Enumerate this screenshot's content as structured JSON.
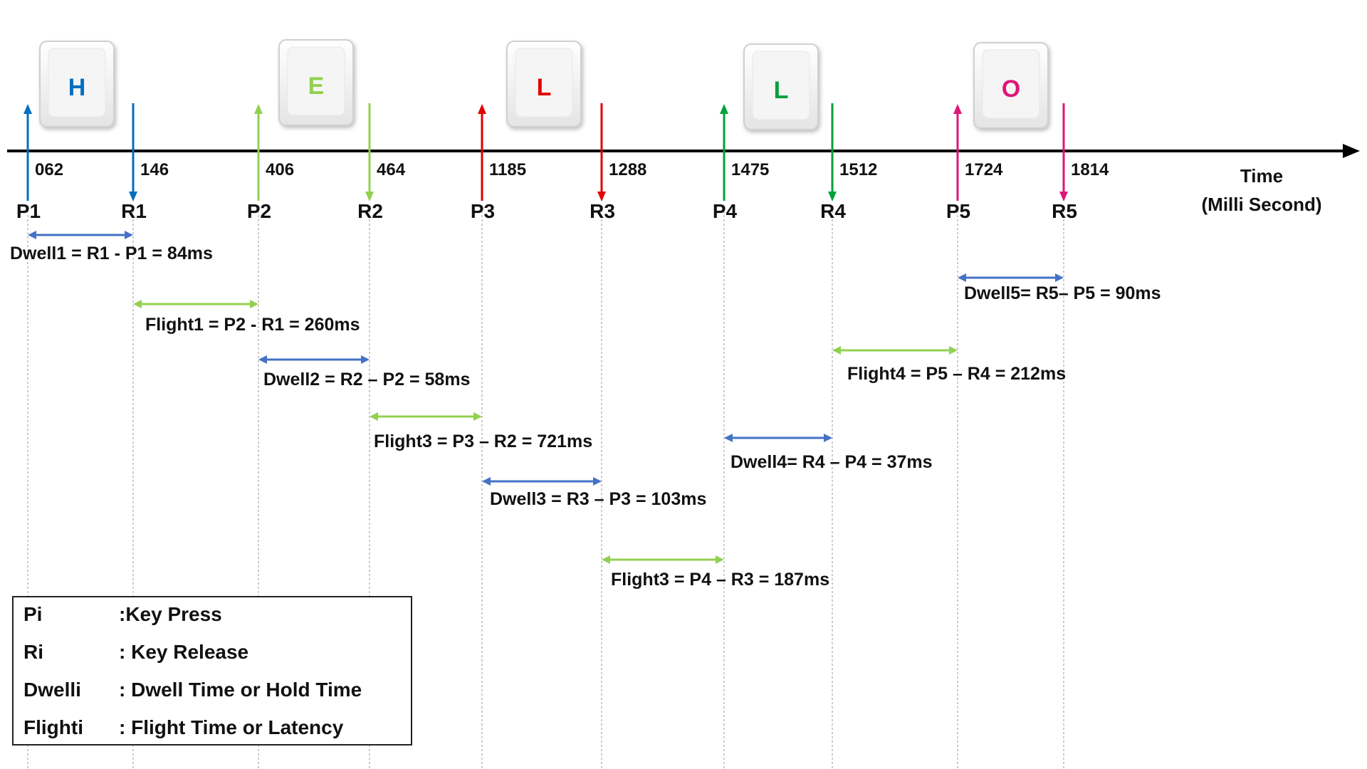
{
  "axis": {
    "title_line1": "Time",
    "title_line2": "(Milli Second)"
  },
  "keys": [
    {
      "letter": "H",
      "color": "#0070C0"
    },
    {
      "letter": "E",
      "color": "#92D050"
    },
    {
      "letter": "L",
      "color": "#E00000"
    },
    {
      "letter": "L",
      "color": "#00A03C"
    },
    {
      "letter": "O",
      "color": "#E0157A"
    }
  ],
  "events": [
    {
      "label": "P1",
      "time": "062",
      "kind": "press",
      "color": "#0070C0"
    },
    {
      "label": "R1",
      "time": "146",
      "kind": "release",
      "color": "#0070C0"
    },
    {
      "label": "P2",
      "time": "406",
      "kind": "press",
      "color": "#92D050"
    },
    {
      "label": "R2",
      "time": "464",
      "kind": "release",
      "color": "#92D050"
    },
    {
      "label": "P3",
      "time": "1185",
      "kind": "press",
      "color": "#E00000"
    },
    {
      "label": "R3",
      "time": "1288",
      "kind": "release",
      "color": "#E00000"
    },
    {
      "label": "P4",
      "time": "1475",
      "kind": "press",
      "color": "#00A03C"
    },
    {
      "label": "R4",
      "time": "1512",
      "kind": "release",
      "color": "#00A03C"
    },
    {
      "label": "P5",
      "time": "1724",
      "kind": "press",
      "color": "#E0157A"
    },
    {
      "label": "R5",
      "time": "1814",
      "kind": "release",
      "color": "#E0157A"
    }
  ],
  "intervals": [
    {
      "from": "P1",
      "to": "R1",
      "type": "dwell",
      "label": "Dwell1 = R1 - P1 = 84ms"
    },
    {
      "from": "R1",
      "to": "P2",
      "type": "flight",
      "label": "Flight1 = P2 - R1 = 260ms"
    },
    {
      "from": "P2",
      "to": "R2",
      "type": "dwell",
      "label": "Dwell2 = R2 – P2 = 58ms"
    },
    {
      "from": "R2",
      "to": "P3",
      "type": "flight",
      "label": "Flight3 = P3 – R2 = 721ms"
    },
    {
      "from": "P3",
      "to": "R3",
      "type": "dwell",
      "label": "Dwell3 = R3 – P3  = 103ms"
    },
    {
      "from": "R3",
      "to": "P4",
      "type": "flight",
      "label": "Flight3 = P4 – R3 = 187ms"
    },
    {
      "from": "P4",
      "to": "R4",
      "type": "dwell",
      "label": "Dwell4= R4 – P4  = 37ms"
    },
    {
      "from": "R4",
      "to": "P5",
      "type": "flight",
      "label": "Flight4 = P5 – R4 = 212ms"
    },
    {
      "from": "P5",
      "to": "R5",
      "type": "dwell",
      "label": "Dwell5= R5– P5  = 90ms"
    }
  ],
  "legend": [
    {
      "term": "Pi",
      "desc": ":Key Press"
    },
    {
      "term": "Ri",
      "desc": ": Key Release"
    },
    {
      "term": "Dwelli",
      "desc": ": Dwell Time or Hold Time"
    },
    {
      "term": "Flighti",
      "desc": ": Flight Time or Latency"
    }
  ],
  "colors": {
    "dwell_arrow": "#4472C4",
    "flight_arrow": "#92D050",
    "axis": "#000000",
    "guide": "#9a9a9a"
  }
}
